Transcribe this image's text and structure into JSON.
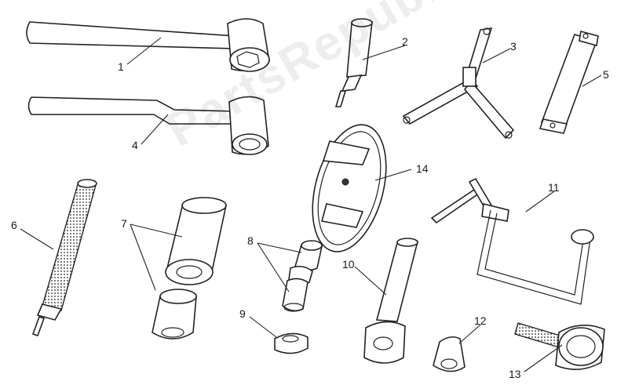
{
  "watermark": "PartsRepublik",
  "callouts": {
    "n1": "1",
    "n2": "2",
    "n3": "3",
    "n4": "4",
    "n5": "5",
    "n6": "6",
    "n7": "7",
    "n8": "8",
    "n9": "9",
    "n10": "10",
    "n11": "11",
    "n12": "12",
    "n13": "13",
    "n14": "14"
  }
}
